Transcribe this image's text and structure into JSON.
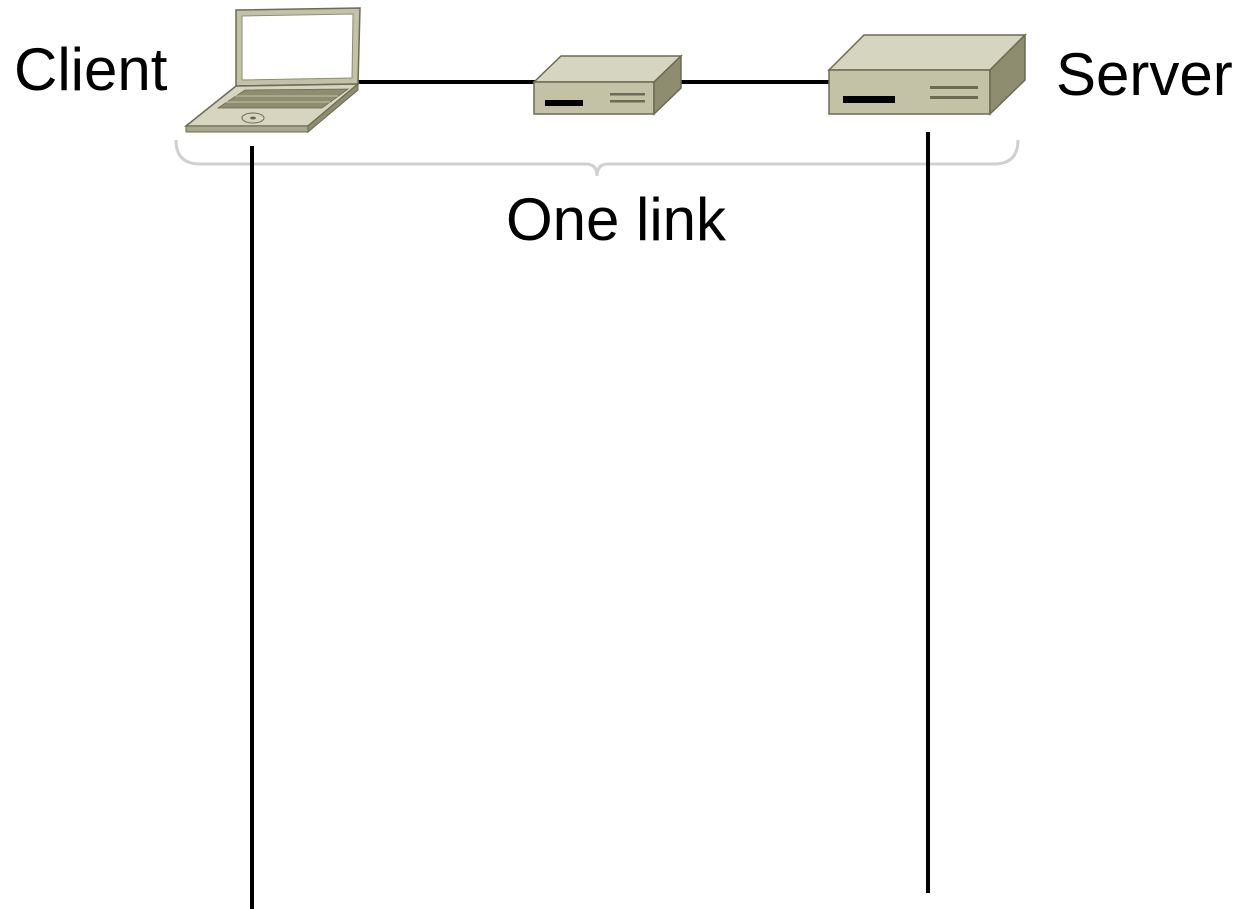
{
  "diagram": {
    "client_label": "Client",
    "server_label": "Server",
    "link_label": "One link"
  },
  "colors": {
    "device_top": "#d6d5c0",
    "device_front": "#c3c2a6",
    "device_side": "#8e8d70",
    "device_outline": "#6b6a52",
    "line": "#000000",
    "brace": "#d0d0d0"
  },
  "icons": {
    "client": "laptop-icon",
    "middle": "router-icon",
    "server": "server-icon"
  }
}
